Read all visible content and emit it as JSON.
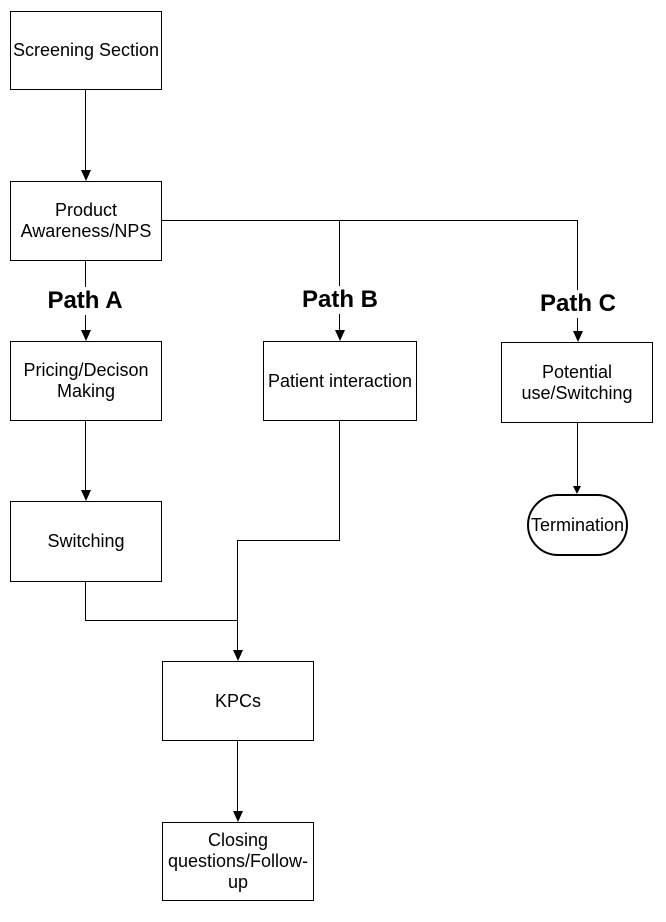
{
  "diagram": {
    "background_color": "#ffffff",
    "line_color": "#000000",
    "text_color": "#000000",
    "nodes": {
      "screening": {
        "label": "Screening Section",
        "shape": "rectangle"
      },
      "product_awareness": {
        "label": "Product\nAwareness/NPS",
        "shape": "rectangle"
      },
      "pricing": {
        "label": "Pricing/Decison\nMaking",
        "shape": "rectangle"
      },
      "switching": {
        "label": "Switching",
        "shape": "rectangle"
      },
      "patient_interaction": {
        "label": "Patient interaction",
        "shape": "rectangle"
      },
      "potential_use": {
        "label": "Potential\nuse/Switching",
        "shape": "rectangle"
      },
      "kpcs": {
        "label": "KPCs",
        "shape": "rectangle"
      },
      "closing": {
        "label": "Closing\nquestions/Follow-\nup",
        "shape": "rectangle"
      },
      "termination": {
        "label": "Termination",
        "shape": "terminator"
      }
    },
    "path_labels": {
      "a": {
        "label": "Path A"
      },
      "b": {
        "label": "Path B"
      },
      "c": {
        "label": "Path C"
      }
    },
    "edges": [
      "Screening Section -> Product Awareness/NPS",
      "Product Awareness/NPS -> Pricing/Decison Making (Path A)",
      "Product Awareness/NPS -> Patient interaction (Path B)",
      "Product Awareness/NPS -> Potential use/Switching (Path C)",
      "Pricing/Decison Making -> Switching",
      "Switching -> KPCs",
      "Patient interaction -> KPCs",
      "Potential use/Switching -> Termination",
      "KPCs -> Closing questions/Follow-up"
    ]
  }
}
